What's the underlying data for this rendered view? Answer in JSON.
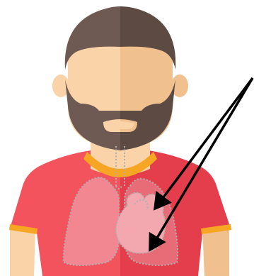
{
  "figure": {
    "subject": "man-upper-body",
    "icons": [
      "head-icon",
      "beard-icon",
      "lungs-icon",
      "heart-icon",
      "trachea-icon"
    ],
    "colors": {
      "skin": "#FAD3A9",
      "skin_shade": "#F0C08E",
      "hair": "#6E5A52",
      "hair_shade": "#5C4A43",
      "shirt": "#F2535D",
      "shirt_shade": "#E43E4C",
      "collar": "#F6A623",
      "lungs": "#F2919B",
      "lungs_shade": "#E9747F",
      "heart": "#F3A7AE",
      "outline": "#B0B0B0",
      "arrow": "#000000"
    }
  },
  "annotations": {
    "arrow_count": 2,
    "arrow_targets": [
      "heart-upper",
      "heart-lower"
    ]
  }
}
